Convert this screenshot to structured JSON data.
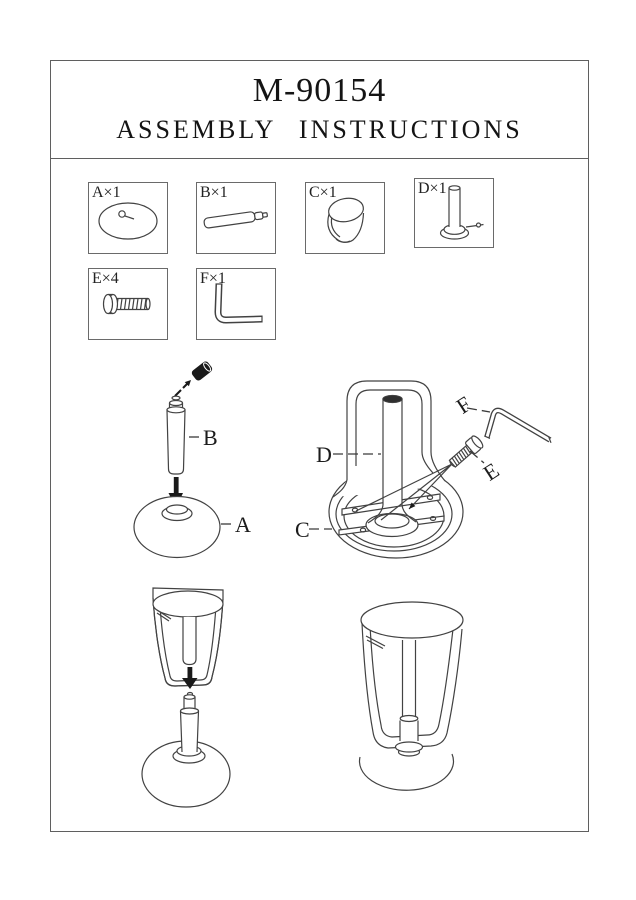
{
  "sheet": {
    "model": "M-90154",
    "subtitle": "ASSEMBLY INSTRUCTIONS"
  },
  "parts": {
    "a": {
      "label": "A×1",
      "icon": "round-base-icon"
    },
    "b": {
      "label": "B×1",
      "icon": "gas-lift-cylinder-icon"
    },
    "c": {
      "label": "C×1",
      "icon": "cone-cover-icon"
    },
    "d": {
      "label": "D×1",
      "icon": "seat-post-with-flange-icon"
    },
    "e": {
      "label": "E×4",
      "icon": "bolt-screw-icon"
    },
    "f": {
      "label": "F×1",
      "icon": "allen-key-icon"
    }
  },
  "callouts": {
    "step1_b": "B",
    "step1_a": "A",
    "step2_d": "D",
    "step2_c": "C",
    "step2_f": "F",
    "step2_e": "E"
  },
  "colors": {
    "line": "#424242",
    "ink": "#1a1a1a",
    "box_border": "#6a6a6a",
    "sheet_border": "#5f5f5f",
    "background": "#ffffff"
  }
}
